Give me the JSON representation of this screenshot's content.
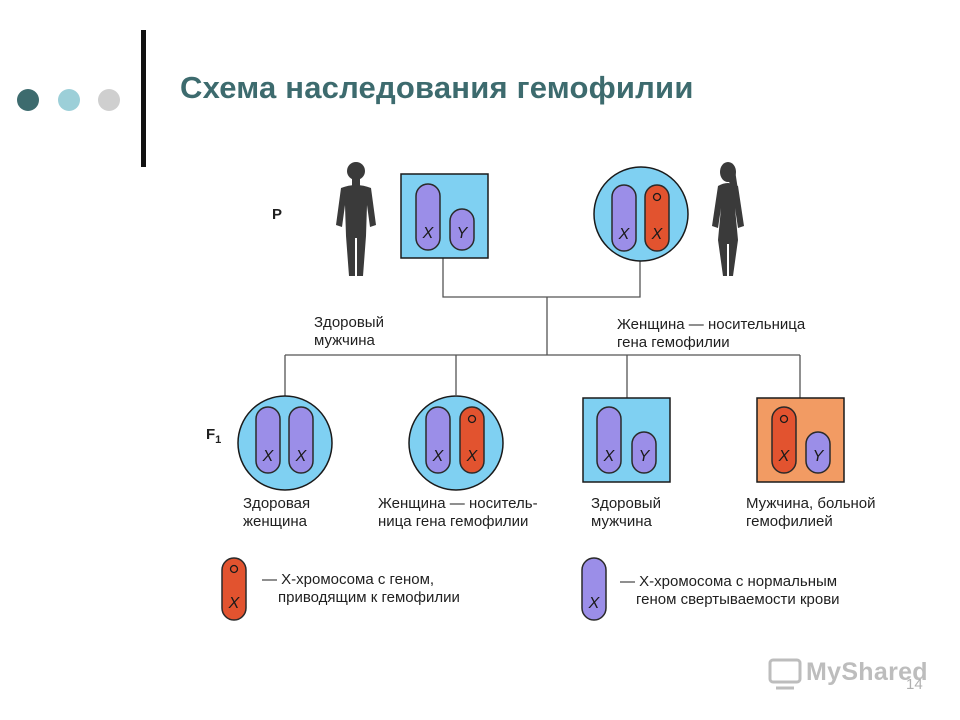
{
  "title": "Схема наследования гемофилии",
  "decor_colors": [
    "#3d6b6e",
    "#9ccfd8",
    "#cfcfcf"
  ],
  "generations": {
    "parents": "P",
    "f1": "F",
    "f1_sub": "1"
  },
  "labels": {
    "father": [
      "Здоровый",
      "мужчина"
    ],
    "mother": [
      "Женщина — носительница",
      "гена гемофилии"
    ],
    "child1": [
      "Здоровая",
      "женщина"
    ],
    "child2": [
      "Женщина — носитель-",
      "ница гена гемофилии"
    ],
    "child3": [
      "Здоровый",
      "мужчина"
    ],
    "child4": [
      "Мужчина, больной",
      "гемофилией"
    ]
  },
  "legend": {
    "hemophilia": [
      "— X-хромосома с геном,",
      "приводящим к гемофилии"
    ],
    "normal": [
      "— X-хромосома с нормальным",
      "геном свертываемости крови"
    ]
  },
  "chromosome_letters": {
    "x": "X",
    "y": "Y"
  },
  "colors": {
    "normal_chromosome": "#9b8ee8",
    "hemophilia_chromosome": "#e2532f",
    "cell_fill": "#7fd0f2",
    "affected_cell": "#f29b63"
  },
  "page_number": "14",
  "watermark": "MyShared"
}
